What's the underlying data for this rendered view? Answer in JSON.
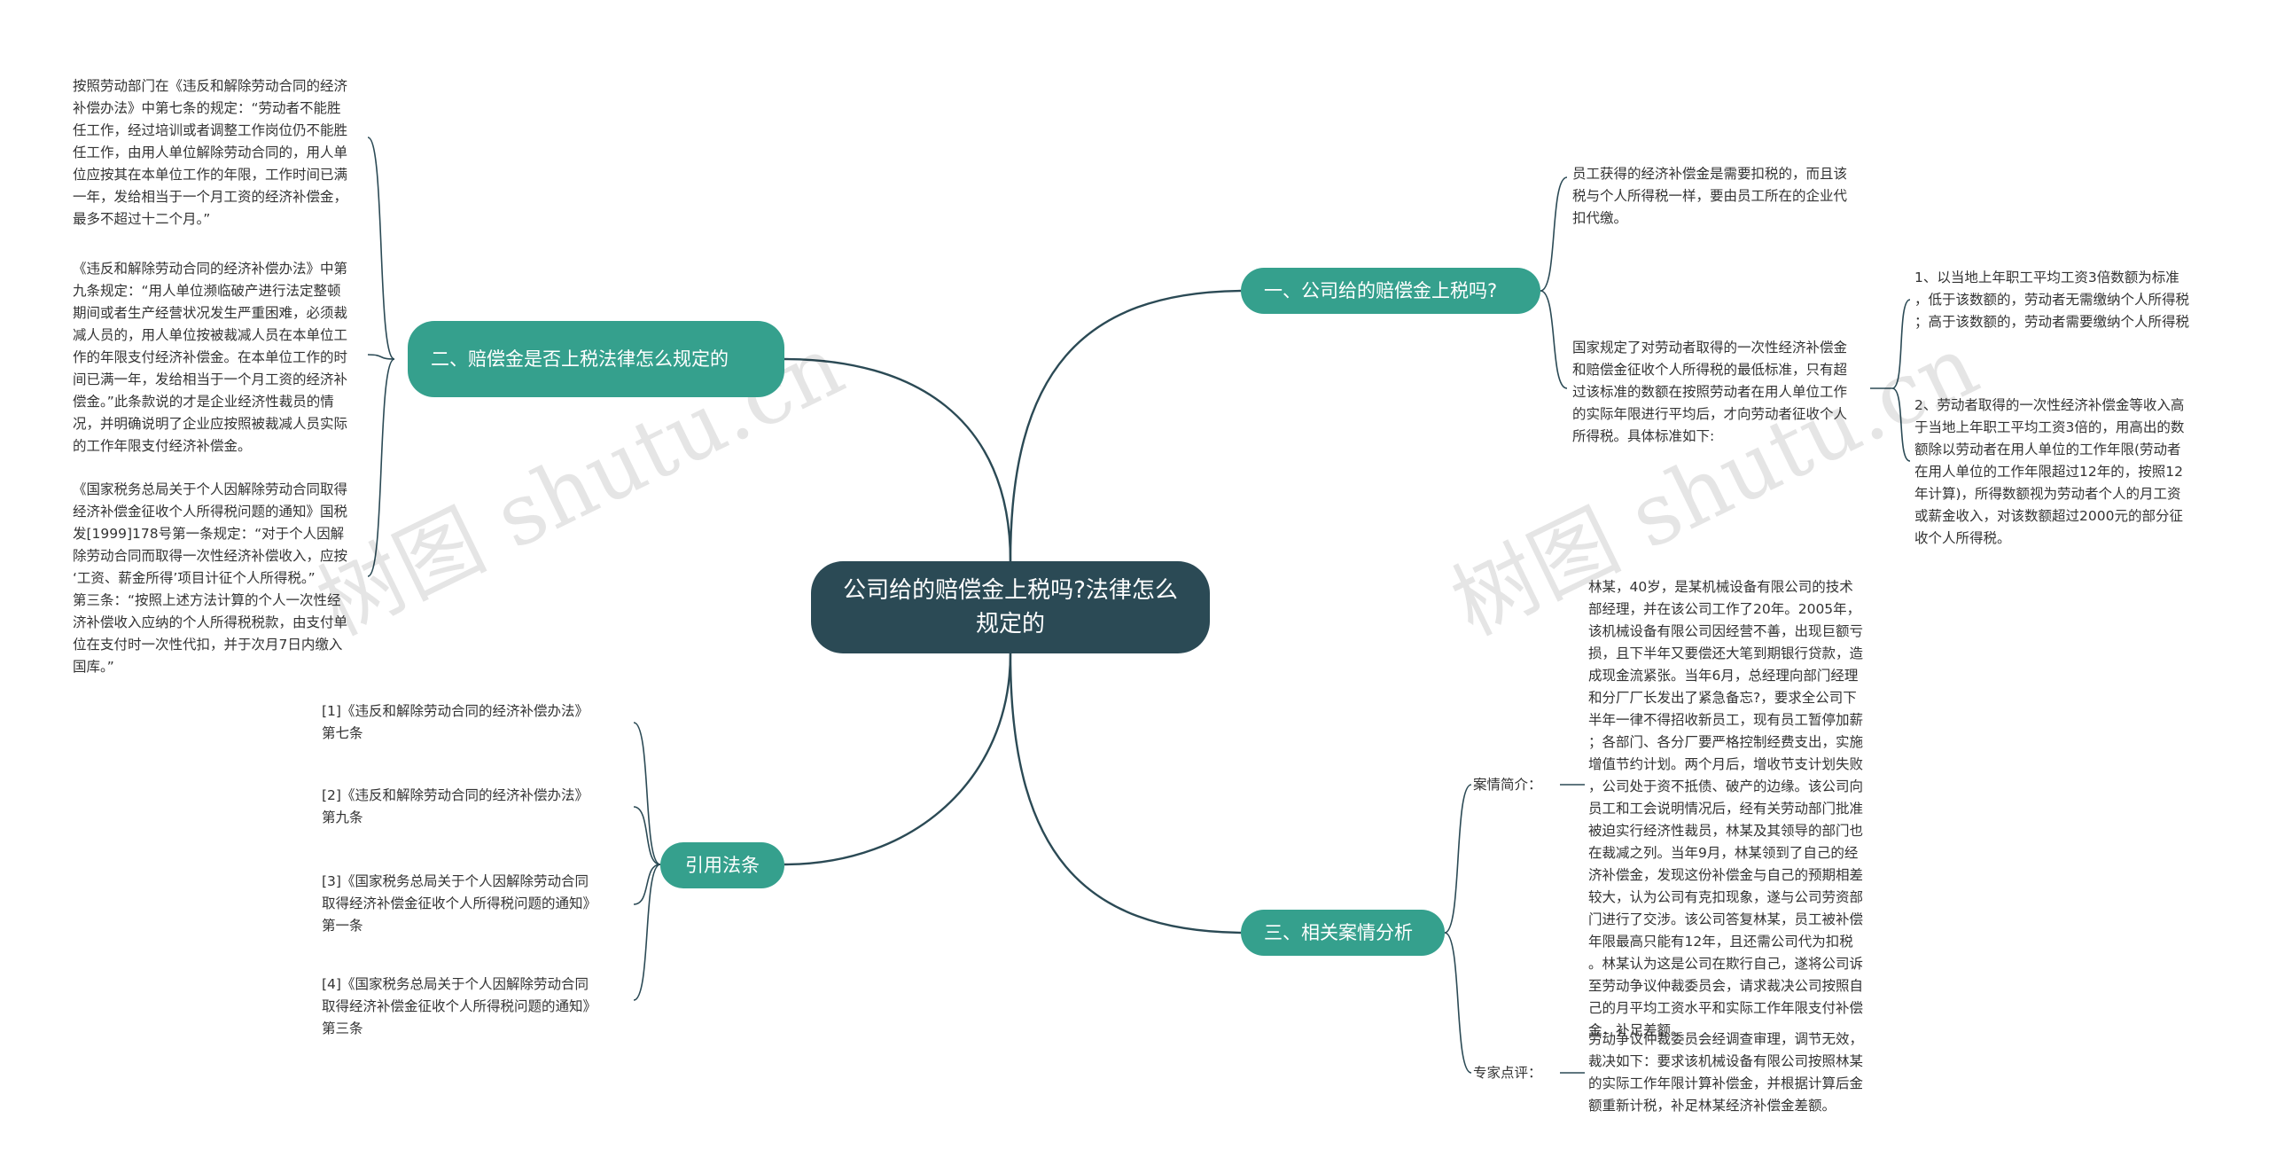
{
  "root": "公司给的赔偿金上税吗?法律怎么规定的",
  "branches": {
    "b1": "一、公司给的赔偿金上税吗?",
    "b2": "二、赔偿金是否上税法律怎么规定的",
    "b3": "三、相关案情分析",
    "b4": "引用法条"
  },
  "b1_children": {
    "c1": "员工获得的经济补偿金是需要扣税的，而且该\n税与个人所得税一样，要由员工所在的企业代\n扣代缴。",
    "c2": "国家规定了对劳动者取得的一次性经济补偿金\n和赔偿金征收个人所得税的最低标准，只有超\n过该标准的数额在按照劳动者在用人单位工作\n的实际年限进行平均后，才向劳动者征收个人\n所得税。具体标准如下:",
    "c2_1": "1、以当地上年职工平均工资3倍数额为标准\n，低于该数额的，劳动者无需缴纳个人所得税\n；高于该数额的，劳动者需要缴纳个人所得税",
    "c2_2": "2、劳动者取得的一次性经济补偿金等收入高\n于当地上年职工平均工资3倍的，用高出的数\n额除以劳动者在用人单位的工作年限(劳动者\n在用人单位的工作年限超过12年的，按照12\n年计算)，所得数额视为劳动者个人的月工资\n或薪金收入，对该数额超过2000元的部分征\n收个人所得税。"
  },
  "b2_children": {
    "c1": "按照劳动部门在《违反和解除劳动合同的经济\n补偿办法》中第七条的规定：“劳动者不能胜\n任工作，经过培训或者调整工作岗位仍不能胜\n任工作，由用人单位解除劳动合同的，用人单\n位应按其在本单位工作的年限，工作时间已满\n一年，发给相当于一个月工资的经济补偿金，\n最多不超过十二个月。”",
    "c2": "《违反和解除劳动合同的经济补偿办法》中第\n九条规定：“用人单位濒临破产进行法定整顿\n期间或者生产经营状况发生严重困难，必须裁\n减人员的，用人单位按被裁减人员在本单位工\n作的年限支付经济补偿金。在本单位工作的时\n间已满一年，发给相当于一个月工资的经济补\n偿金。”此条款说的才是企业经济性裁员的情\n况，并明确说明了企业应按照被裁减人员实际\n的工作年限支付经济补偿金。",
    "c3": "《国家税务总局关于个人因解除劳动合同取得\n经济补偿金征收个人所得税问题的通知》国税\n发[1999]178号第一条规定：“对于个人因解\n除劳动合同而取得一次性经济补偿收入，应按\n‘工资、薪金所得’项目计征个人所得税。”\n第三条：“按照上述方法计算的个人一次性经\n济补偿收入应纳的个人所得税税款，由支付单\n位在支付时一次性代扣，并于次月7日内缴入\n国库。”"
  },
  "b3_children": {
    "l1": "案情简介：",
    "t1": "林某，40岁，是某机械设备有限公司的技术\n部经理，并在该公司工作了20年。2005年，\n该机械设备有限公司因经营不善，出现巨额亏\n损，且下半年又要偿还大笔到期银行贷款，造\n成现金流紧张。当年6月，总经理向部门经理\n和分厂厂长发出了紧急备忘?，要求全公司下\n半年一律不得招收新员工，现有员工暂停加薪\n；各部门、各分厂要严格控制经费支出，实施\n增值节约计划。两个月后，增收节支计划失败\n，公司处于资不抵债、破产的边缘。该公司向\n员工和工会说明情况后，经有关劳动部门批准\n被迫实行经济性裁员，林某及其领导的部门也\n在裁减之列。当年9月，林某领到了自己的经\n济补偿金，发现这份补偿金与自己的预期相差\n较大，认为公司有克扣现象，遂与公司劳资部\n门进行了交涉。该公司答复林某，员工被补偿\n年限最高只能有12年，且还需公司代为扣税\n。林某认为这是公司在欺行自己，遂将公司诉\n至劳动争议仲裁委员会，请求裁决公司按照自\n己的月平均工资水平和实际工作年限支付补偿\n金，补足差额。",
    "l2": "专家点评：",
    "t2": "劳动争议仲裁委员会经调查审理，调节无效，\n裁决如下：要求该机械设备有限公司按照林某\n的实际工作年限计算补偿金，并根据计算后金\n额重新计税，补足林某经济补偿金差额。"
  },
  "b4_children": {
    "r1": "[1]《违反和解除劳动合同的经济补偿办法》\n第七条",
    "r2": "[2]《违反和解除劳动合同的经济补偿办法》\n第九条",
    "r3": "[3]《国家税务总局关于个人因解除劳动合同\n取得经济补偿金征收个人所得税问题的通知》\n 第一条",
    "r4": "[4]《国家税务总局关于个人因解除劳动合同\n取得经济补偿金征收个人所得税问题的通知》\n 第三条"
  },
  "watermark": "树图 shutu.cn",
  "colors": {
    "root": "#2b4a55",
    "branch": "#35a08d",
    "line": "#2b4a55"
  }
}
